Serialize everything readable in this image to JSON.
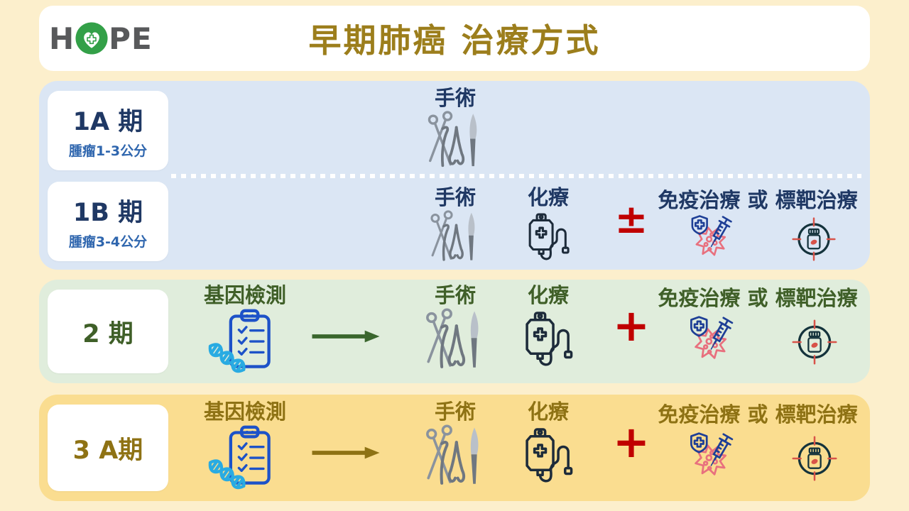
{
  "header": {
    "logo": "HOPE",
    "title": "早期肺癌 治療方式"
  },
  "labels": {
    "surgery": "手術",
    "chemo": "化療",
    "gene_test": "基因檢測",
    "immuno_or_target": "免疫治療 或 標靶治療",
    "plus_minus": "±",
    "plus": "+"
  },
  "stages": {
    "s1a": {
      "name": "1A 期",
      "note": "腫瘤1-3公分"
    },
    "s1b": {
      "name": "1B 期",
      "note": "腫瘤3-4公分"
    },
    "s2": {
      "name": "2 期"
    },
    "s3a": {
      "name": "3 A期"
    }
  },
  "icons": {
    "logo_o": "hope-heart-cross-icon",
    "surgery": "surgery-tools-icon",
    "chemo": "iv-bag-icon",
    "immuno": "immunotherapy-icon",
    "target": "targeted-therapy-icon",
    "gene": "gene-test-clipboard-dna-icon",
    "arrow": "arrow-right-icon"
  },
  "colors": {
    "background": "#FCEFCC",
    "panel_stage1": "#DBE6F4",
    "panel_stage2": "#E0EDDC",
    "panel_stage3": "#FADD90",
    "title_gold": "#9C7E1C",
    "stage1_text": "#1F3864",
    "stage1_note": "#2F66AE",
    "stage2_text": "#3F5F28",
    "stage3_text": "#8E7214",
    "operator_red": "#C00000",
    "logo_green": "#33A048",
    "logo_gray": "#58595B"
  }
}
